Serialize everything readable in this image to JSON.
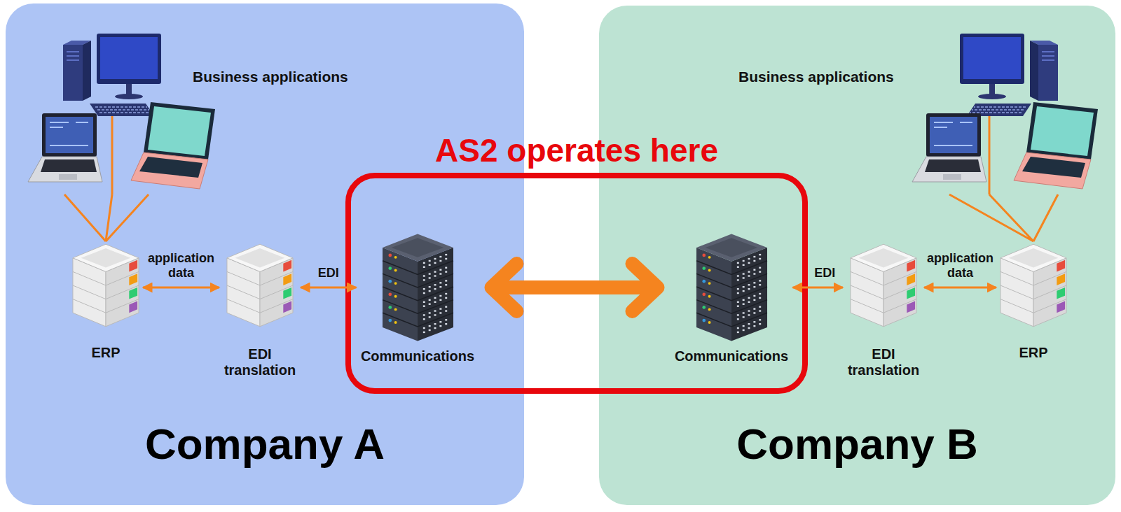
{
  "diagram": {
    "nodes": [
      {
        "text": [
          "Company A"
        ]
      },
      {
        "text": [
          "Company B"
        ]
      },
      {
        "text": [
          "AS2 operates here"
        ]
      },
      {
        "text": [
          "Business applications"
        ],
        "in": 0
      },
      {
        "text": [
          "ERP"
        ],
        "in": 0
      },
      {
        "text": [
          "EDI translation"
        ],
        "in": 0
      },
      {
        "text": [
          "Communications"
        ],
        "in": 0
      },
      {
        "text": [
          "Business applications"
        ],
        "in": 1
      },
      {
        "text": [
          "Communications"
        ],
        "in": 1
      },
      {
        "text": [
          "EDI translation"
        ],
        "in": 1
      },
      {
        "text": [
          "ERP"
        ],
        "in": 1
      }
    ],
    "edges": [
      {
        "from": 3,
        "to": 4,
        "arrow": "none"
      },
      {
        "from": 4,
        "to": 5,
        "label": "application data",
        "arrow": "both"
      },
      {
        "from": 5,
        "to": 6,
        "label": "EDI",
        "arrow": "both"
      },
      {
        "from": 6,
        "to": 8,
        "arrow": "both"
      },
      {
        "from": 8,
        "to": 9,
        "label": "EDI",
        "arrow": "both"
      },
      {
        "from": 9,
        "to": 10,
        "label": "application data",
        "arrow": "both"
      },
      {
        "from": 7,
        "to": 10,
        "arrow": "none"
      }
    ]
  }
}
